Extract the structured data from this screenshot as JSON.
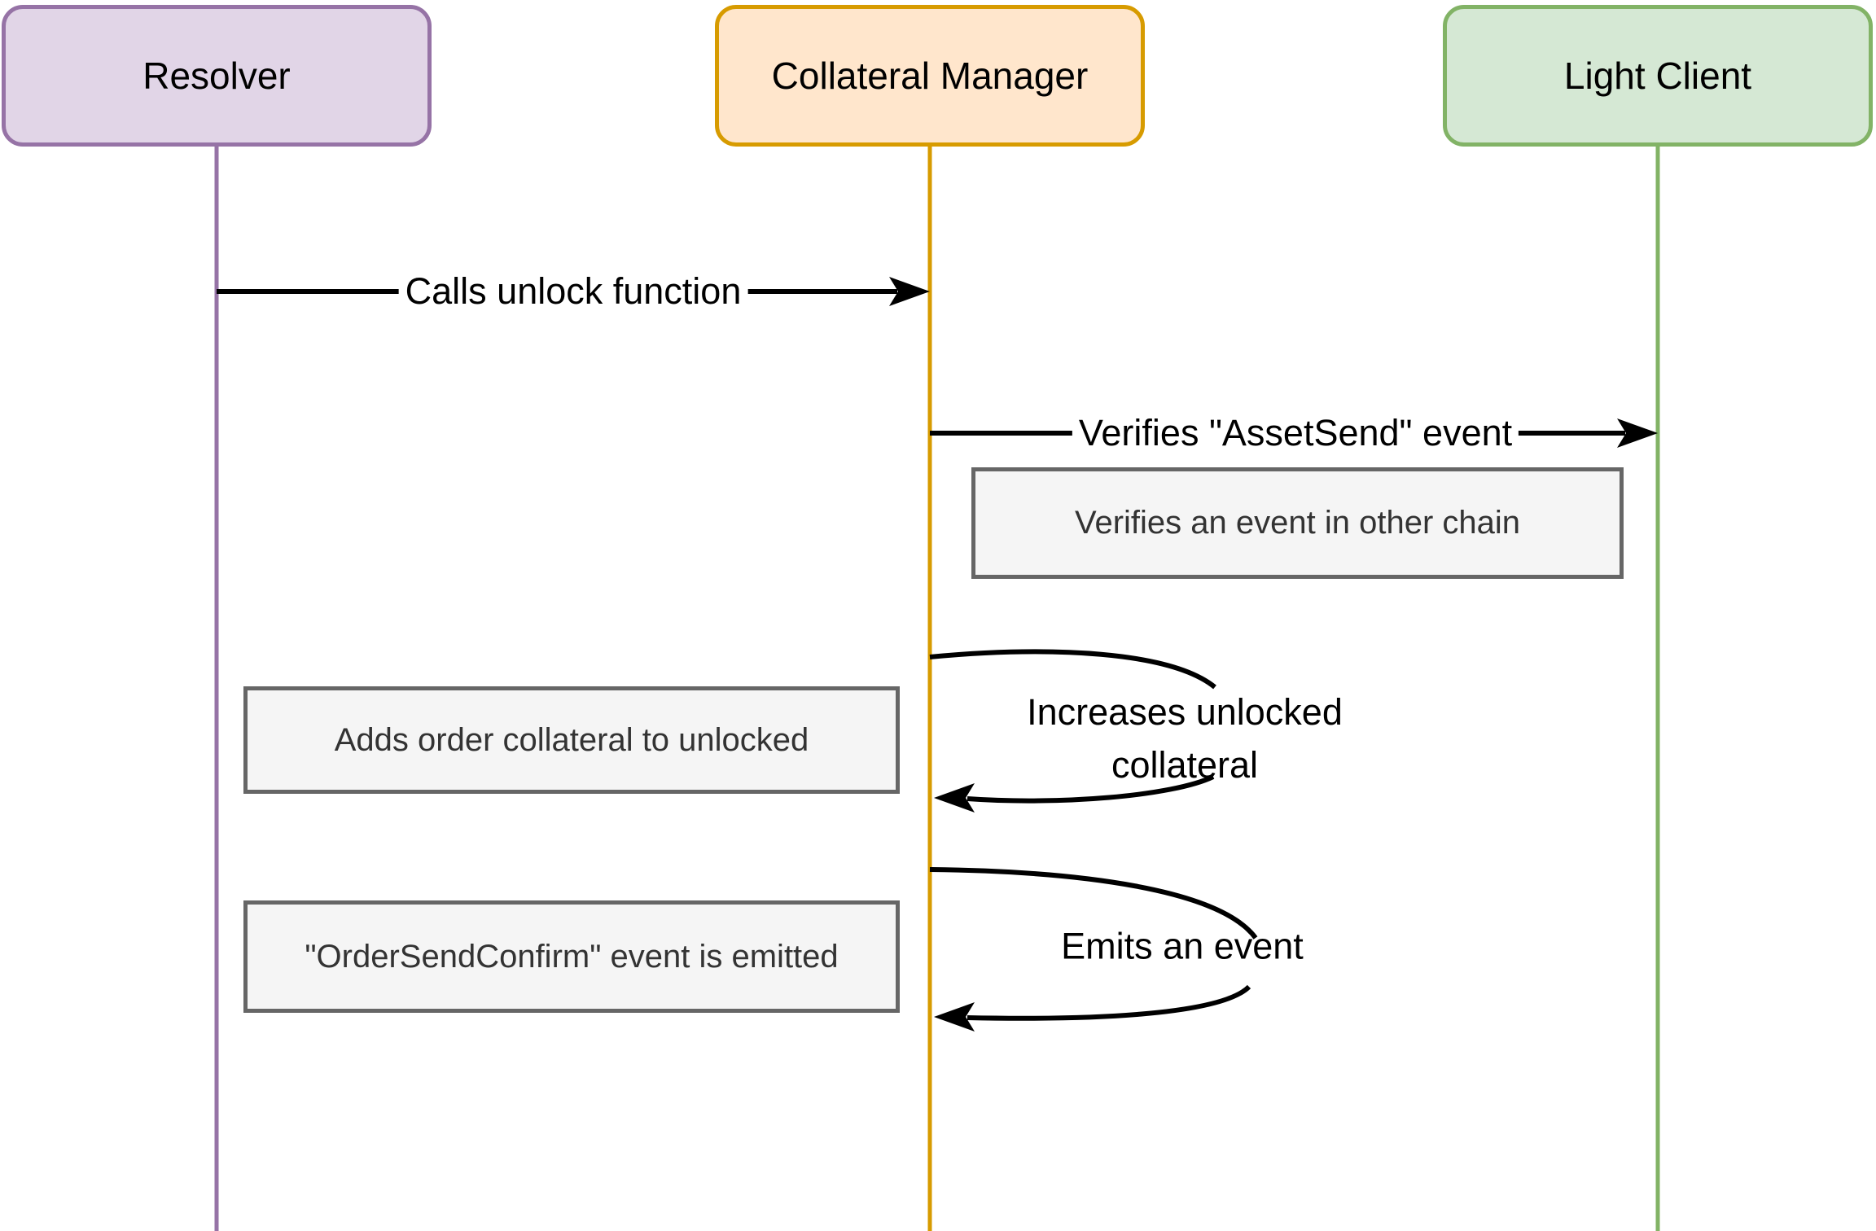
{
  "diagram": {
    "type": "sequence",
    "participants": [
      {
        "label": "Resolver",
        "fill": "#E1D5E7",
        "stroke": "#9673A6"
      },
      {
        "label": "Collateral Manager",
        "fill": "#FFE6CC",
        "stroke": "#D79B00"
      },
      {
        "label": "Light Client",
        "fill": "#D5E8D4",
        "stroke": "#82B366"
      }
    ],
    "messages": [
      {
        "from": "Resolver",
        "to": "Collateral Manager",
        "label": "Calls unlock function"
      },
      {
        "from": "Collateral Manager",
        "to": "Light Client",
        "label": "Verifies \"AssetSend\" event"
      },
      {
        "from": "Collateral Manager",
        "to": "Collateral Manager",
        "label": "Increases unlocked collateral"
      },
      {
        "from": "Collateral Manager",
        "to": "Collateral Manager",
        "label": "Emits an event"
      }
    ],
    "notes": [
      {
        "between": "Collateral Manager and Light Client",
        "label": "Verifies an event in other chain"
      },
      {
        "between": "Resolver and Collateral Manager",
        "label": "Adds order collateral to unlocked"
      },
      {
        "between": "Resolver and Collateral Manager",
        "label": "\"OrderSendConfirm\" event is emitted"
      }
    ],
    "note_style": {
      "fill": "#F5F5F5",
      "stroke": "#666666",
      "text": "#333333"
    },
    "arrow_color": "#000000",
    "background": "#FFFFFF"
  }
}
